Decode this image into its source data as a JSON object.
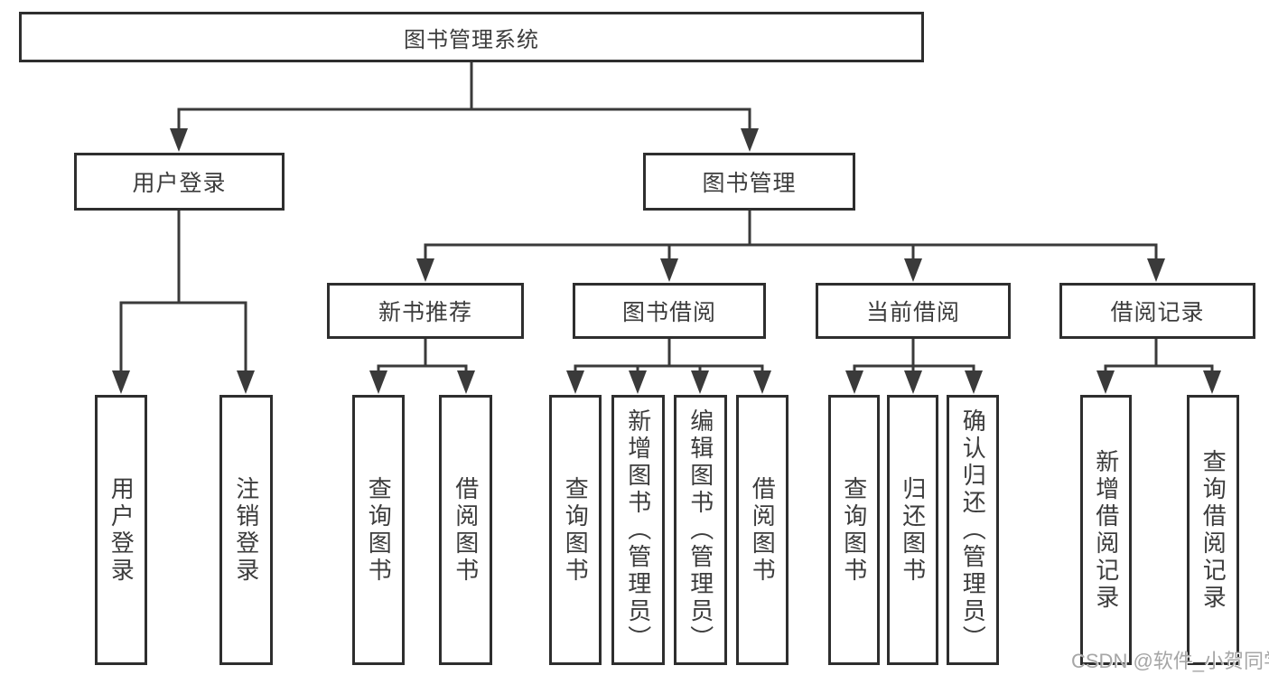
{
  "tree": {
    "root": {
      "label": "图书管理系统",
      "children": [
        {
          "label": "用户登录",
          "children": [
            {
              "label": "用户登录"
            },
            {
              "label": "注销登录"
            }
          ]
        },
        {
          "label": "图书管理",
          "children": [
            {
              "label": "新书推荐",
              "children": [
                {
                  "label": "查询图书"
                },
                {
                  "label": "借阅图书"
                }
              ]
            },
            {
              "label": "图书借阅",
              "children": [
                {
                  "label": "查询图书"
                },
                {
                  "label": "新增图书（管理员）"
                },
                {
                  "label": "编辑图书（管理员）"
                },
                {
                  "label": "借阅图书"
                }
              ]
            },
            {
              "label": "当前借阅",
              "children": [
                {
                  "label": "查询图书"
                },
                {
                  "label": "归还图书"
                },
                {
                  "label": "确认归还（管理员）"
                }
              ]
            },
            {
              "label": "借阅记录",
              "children": [
                {
                  "label": "新增借阅记录"
                },
                {
                  "label": "查询借阅记录"
                }
              ]
            }
          ]
        }
      ]
    }
  },
  "watermark": "CSDN @软件_小贺同学",
  "colors": {
    "line": "#3a3a3a",
    "box_border": "#2e2e2e",
    "text": "#3c3c3c",
    "watermark": "#a6a6a6",
    "background": "#ffffff"
  }
}
